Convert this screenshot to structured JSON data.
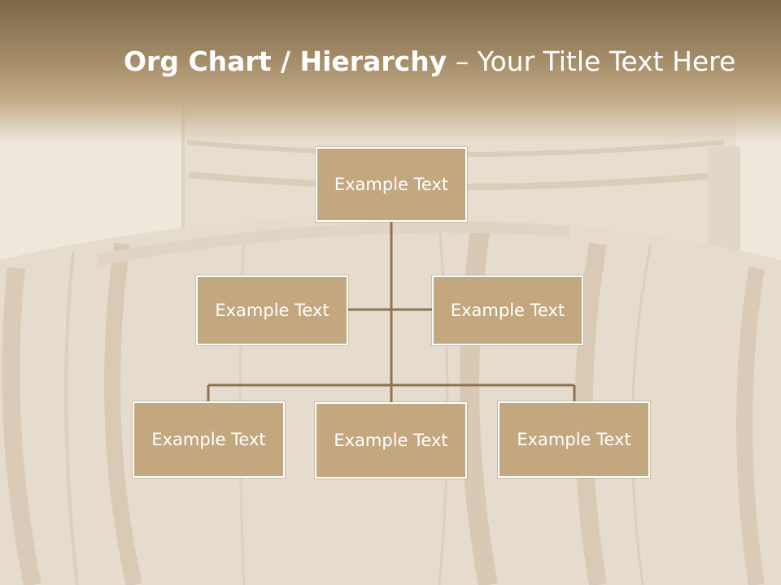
{
  "title": {
    "part1": "Org Chart / Hierarchy",
    "part2": " – ",
    "part3": "Your Title Text Here"
  },
  "nodes": {
    "top": "Example Text",
    "assistant_left": "Example Text",
    "assistant_right": "Example Text",
    "sub_left": "Example Text",
    "sub_center": "Example Text",
    "sub_right": "Example Text"
  },
  "colors": {
    "header": "#a28a66",
    "box_fill": "#c3a77f",
    "box_border": "#ffffff",
    "connector": "#8d7352",
    "text": "#ffffff"
  }
}
